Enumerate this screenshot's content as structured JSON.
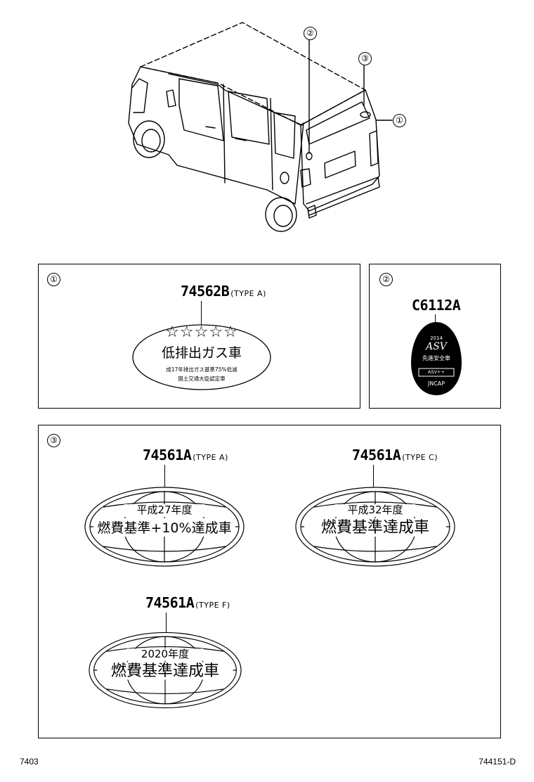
{
  "callouts": {
    "c1": "①",
    "c2": "②",
    "c3": "③"
  },
  "panel1": {
    "part_number": "74562B",
    "type_label": "(TYPE A)",
    "stars": "☆☆☆☆☆",
    "main_text": "低排出ガス車",
    "sub_line1": "成17年排出ガス基準75%低減",
    "sub_line2": "国土交通大臣認定車"
  },
  "panel2": {
    "part_number": "C6112A",
    "year": "2014",
    "logo": "ASV",
    "line1": "先進安全車",
    "line2": "ASV++",
    "line3": "JNCAP"
  },
  "panel3": {
    "labels": [
      {
        "part_number": "74561A",
        "type_label": "(TYPE A)",
        "top_text": "平成27年度",
        "main_text": "燃費基準+10%達成車"
      },
      {
        "part_number": "74561A",
        "type_label": "(TYPE C)",
        "top_text": "平成32年度",
        "main_text": "燃費基準達成車"
      },
      {
        "part_number": "74561A",
        "type_label": "(TYPE F)",
        "top_text": "2020年度",
        "main_text": "燃費基準達成車"
      }
    ]
  },
  "footer": {
    "left": "7403",
    "right": "744151-D"
  }
}
